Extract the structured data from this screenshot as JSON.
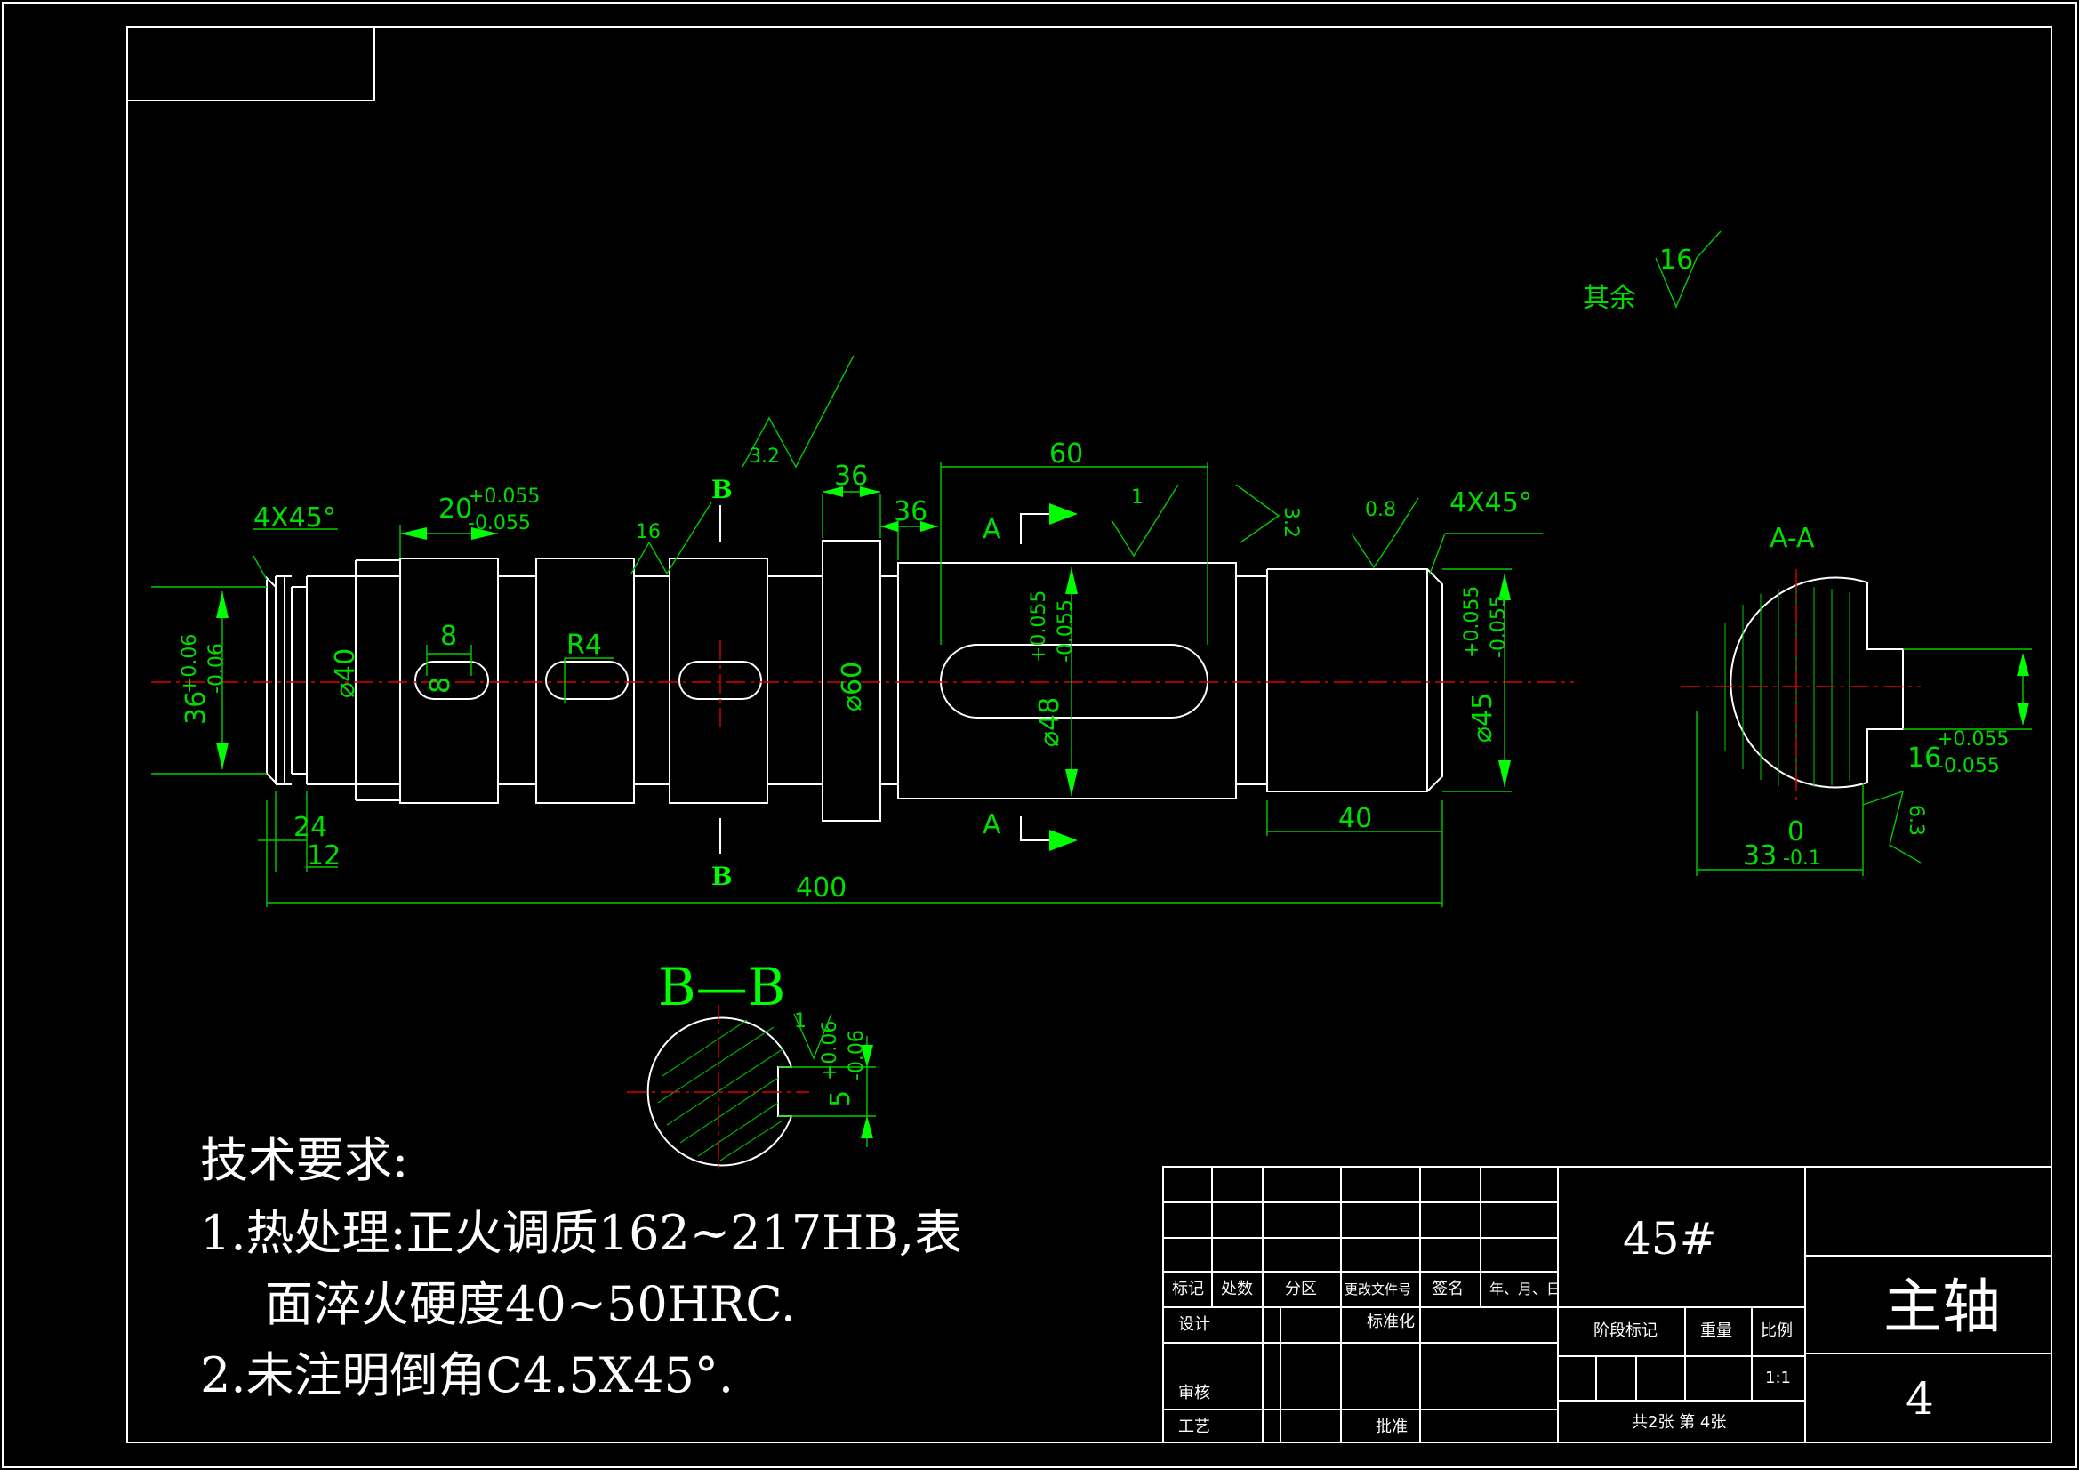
{
  "sheet": {
    "part_name": "主轴",
    "material": "45#",
    "drawing_number": "4",
    "scale": "1:1",
    "sheet_info": "共2张 第 4张"
  },
  "title_block": {
    "headers": [
      "标记",
      "处数",
      "分区",
      "更改文件号",
      "签名",
      "年、月、日"
    ],
    "row_design": "设计",
    "row_standard": "标准化",
    "row_review": "审核",
    "row_process": "工艺",
    "row_approve": "批准",
    "stage_mark": "阶段标记",
    "weight": "重量",
    "ratio": "比例"
  },
  "tech_requirements": {
    "title": "技术要求:",
    "line1": "1.热处理:正火调质162~217HB,表",
    "line2": "面淬火硬度40~50HRC.",
    "line3": "2.未注明倒角C4.5X45°."
  },
  "dimensions": {
    "overall_length": "400",
    "len_60": "60",
    "len_36a": "36",
    "len_36b": "36",
    "len_40": "40",
    "len_24": "24",
    "len_12": "12",
    "len_8": "8",
    "slot_r": "R4",
    "len_20": "20",
    "tol_20_up": "+0.055",
    "tol_20_dn": "-0.055",
    "dia_40": "⌀40",
    "dia_60": "⌀60",
    "dia_48": "⌀48",
    "dia_45": "⌀45",
    "dia_36": "36",
    "tol_pos_055": "+0.055",
    "tol_neg_055": "-0.055",
    "tol_pos_006": "+0.06",
    "tol_neg_006": "-0.06",
    "chamfer_left": "4X45°",
    "chamfer_right": "4X45°",
    "slot_8": "8",
    "aa_width": "16",
    "aa_depth": "33",
    "aa_depth_tol": "-0.1",
    "aa_zero": "0",
    "bb_depth": "5",
    "rough_32a": "3.2",
    "rough_16": "16",
    "rough_1a": "1",
    "rough_32b": "3.2",
    "rough_08": "0.8",
    "rough_63": "6.3",
    "rough_1b": "1",
    "rough_rest_label": "其余",
    "rough_rest_val": "16"
  },
  "section_labels": {
    "a": "A",
    "b": "B",
    "aa_title": "A-A",
    "bb_title": "B—B"
  }
}
